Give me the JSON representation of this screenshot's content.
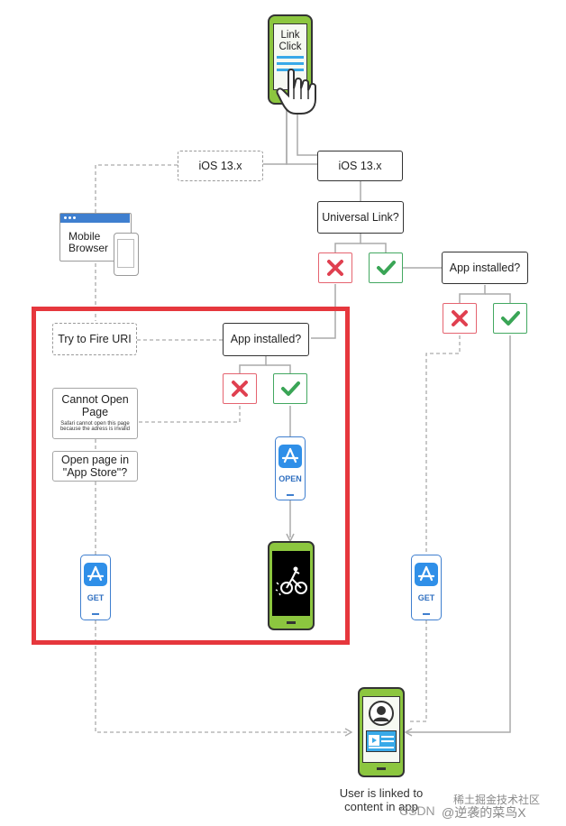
{
  "nodes": {
    "link_click": "Link\nClick",
    "ios13_left": "iOS 13.x",
    "ios13_right": "iOS 13.x",
    "universal_link": "Universal Link?",
    "app_installed_right": "App installed?",
    "app_installed_middle": "App installed?",
    "try_fire_uri": "Try to Fire URI",
    "mobile_browser": "Mobile\nBrowser",
    "cannot_open_title": "Cannot Open\nPage",
    "cannot_open_detail": "Safari cannot open this page\nbecause the adress is invalid",
    "open_app_store": "Open page in\n\"App Store\"?",
    "open_label": "OPEN",
    "get_label_left": "GET",
    "get_label_right": "GET",
    "result_label": "User is linked to\ncontent in app"
  },
  "watermark": {
    "left": "CSDN",
    "right": "@逆袭的菜鸟X",
    "overlay": "稀土掘金技术社区"
  },
  "colors": {
    "frame": "#e6373d",
    "phone_green": "#8cc63f",
    "x_red": "#e04050",
    "check_green": "#3aa556",
    "app_store_blue": "#2f8fe8"
  }
}
